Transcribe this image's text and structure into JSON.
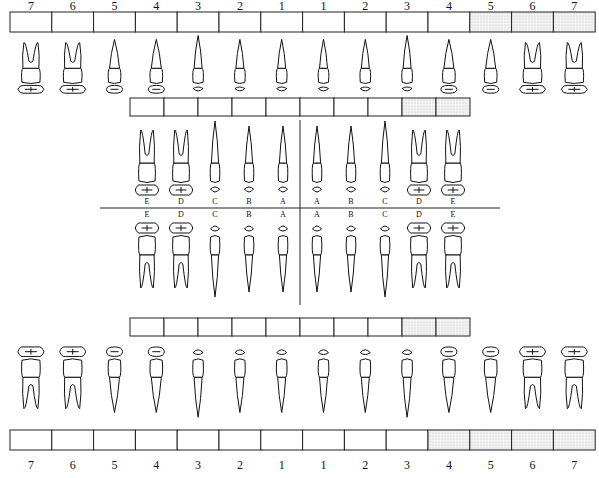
{
  "diagram": {
    "labels": [
      "7",
      "6",
      "5",
      "4",
      "3",
      "2",
      "1",
      "1",
      "2",
      "3",
      "4",
      "5",
      "6",
      "7",
      "E",
      "D",
      "C",
      "B",
      "A",
      "A",
      "B",
      "C",
      "D",
      "E",
      "E",
      "D",
      "C",
      "B",
      "A",
      "A",
      "B",
      "C",
      "D",
      "E",
      "7",
      "6",
      "5",
      "4",
      "3",
      "2",
      "1",
      "1",
      "2",
      "3",
      "4",
      "5",
      "6",
      "7"
    ]
  }
}
